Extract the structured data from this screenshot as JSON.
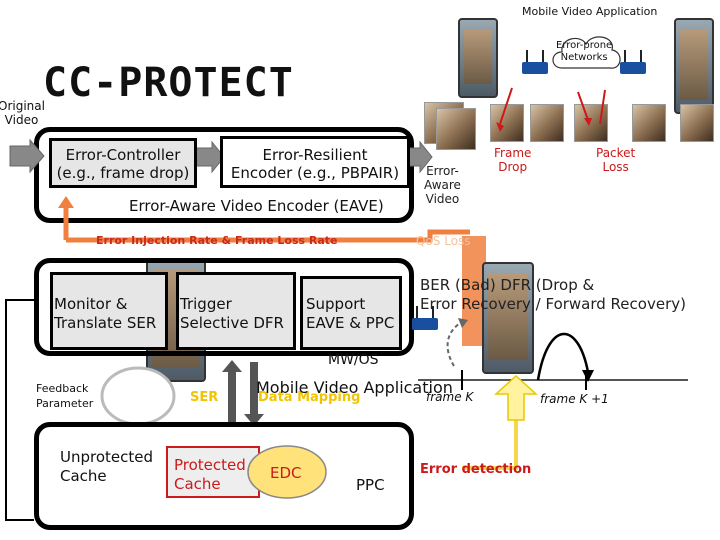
{
  "title": "CC-PROTECT",
  "original_video": "Original\nVideo",
  "mobile_app_top": "Mobile Video Application",
  "error_prone_networks": "Error-prone\nNetworks",
  "eave": {
    "controller": "Error-Controller\n(e.g., frame drop)",
    "encoder": "Error-Resilient\nEncoder (e.g., PBPAIR)",
    "label": "Error-Aware Video Encoder (EAVE)"
  },
  "error_aware_video": "Error-\nAware\nVideo",
  "frame_drop": "Frame\nDrop",
  "packet_loss": "Packet\nLoss",
  "injection_label": "Error Injection Rate & Frame Loss Rate",
  "qos_label": "QoS Loss",
  "mw": {
    "monitor": "Monitor &\nTranslate SER",
    "trigger": "Trigger\nSelective DFR",
    "support": "Support\nEAVE & PPC",
    "os_label": "MW/OS"
  },
  "ber_label": "BER (Bad) DFR (Drop &\nError Recovery / Forward Recovery)",
  "feedback": "Feedback\nParameter",
  "ser": "SER",
  "data_mapping": "Data Mapping",
  "mobile_app_mid": "Mobile Video Application",
  "frame_k": "frame K",
  "frame_k1": "frame K +1",
  "hw": {
    "unprotected": "Unprotected\nCache",
    "protected": "Protected\nCache",
    "edc": "EDC",
    "ppc": "PPC"
  },
  "error_detection": "Error detection",
  "colors": {
    "arrow_orange": "#f08040",
    "injection_red": "#cc2a1a",
    "protected_red": "#cc1a1a",
    "edc_fill": "#ffe27a",
    "ser_yellow": "#f2c400",
    "up_arrow_fill": "#fff3a0"
  }
}
